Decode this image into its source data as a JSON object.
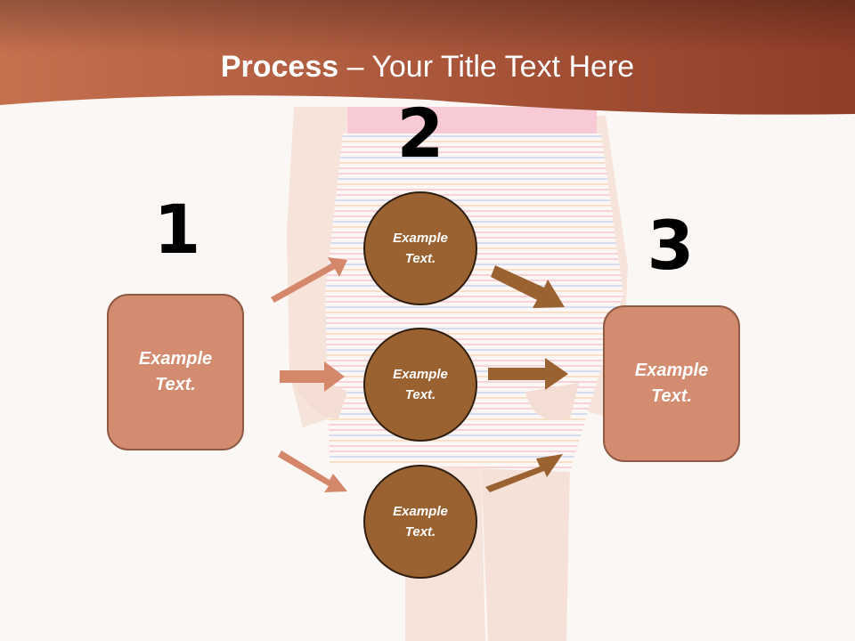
{
  "header": {
    "title_bold": "Process",
    "title_rest": " – Your Title Text Here",
    "band_colors": [
      "#c5704f",
      "#8f3d27"
    ]
  },
  "steps": [
    {
      "number": "1",
      "label": "Example\nText."
    },
    {
      "number": "2"
    },
    {
      "number": "3",
      "label": "Example\nText."
    }
  ],
  "circles": [
    {
      "label": "Example\nText."
    },
    {
      "label": "Example\nText."
    },
    {
      "label": "Example\nText."
    }
  ],
  "colors": {
    "box_fill": "#d38c6f",
    "box_border": "#8f5a44",
    "circle_fill": "#9a6231",
    "circle_border": "#2e1d10",
    "arrow_light": "#d4876a",
    "arrow_dark": "#9a6231"
  }
}
